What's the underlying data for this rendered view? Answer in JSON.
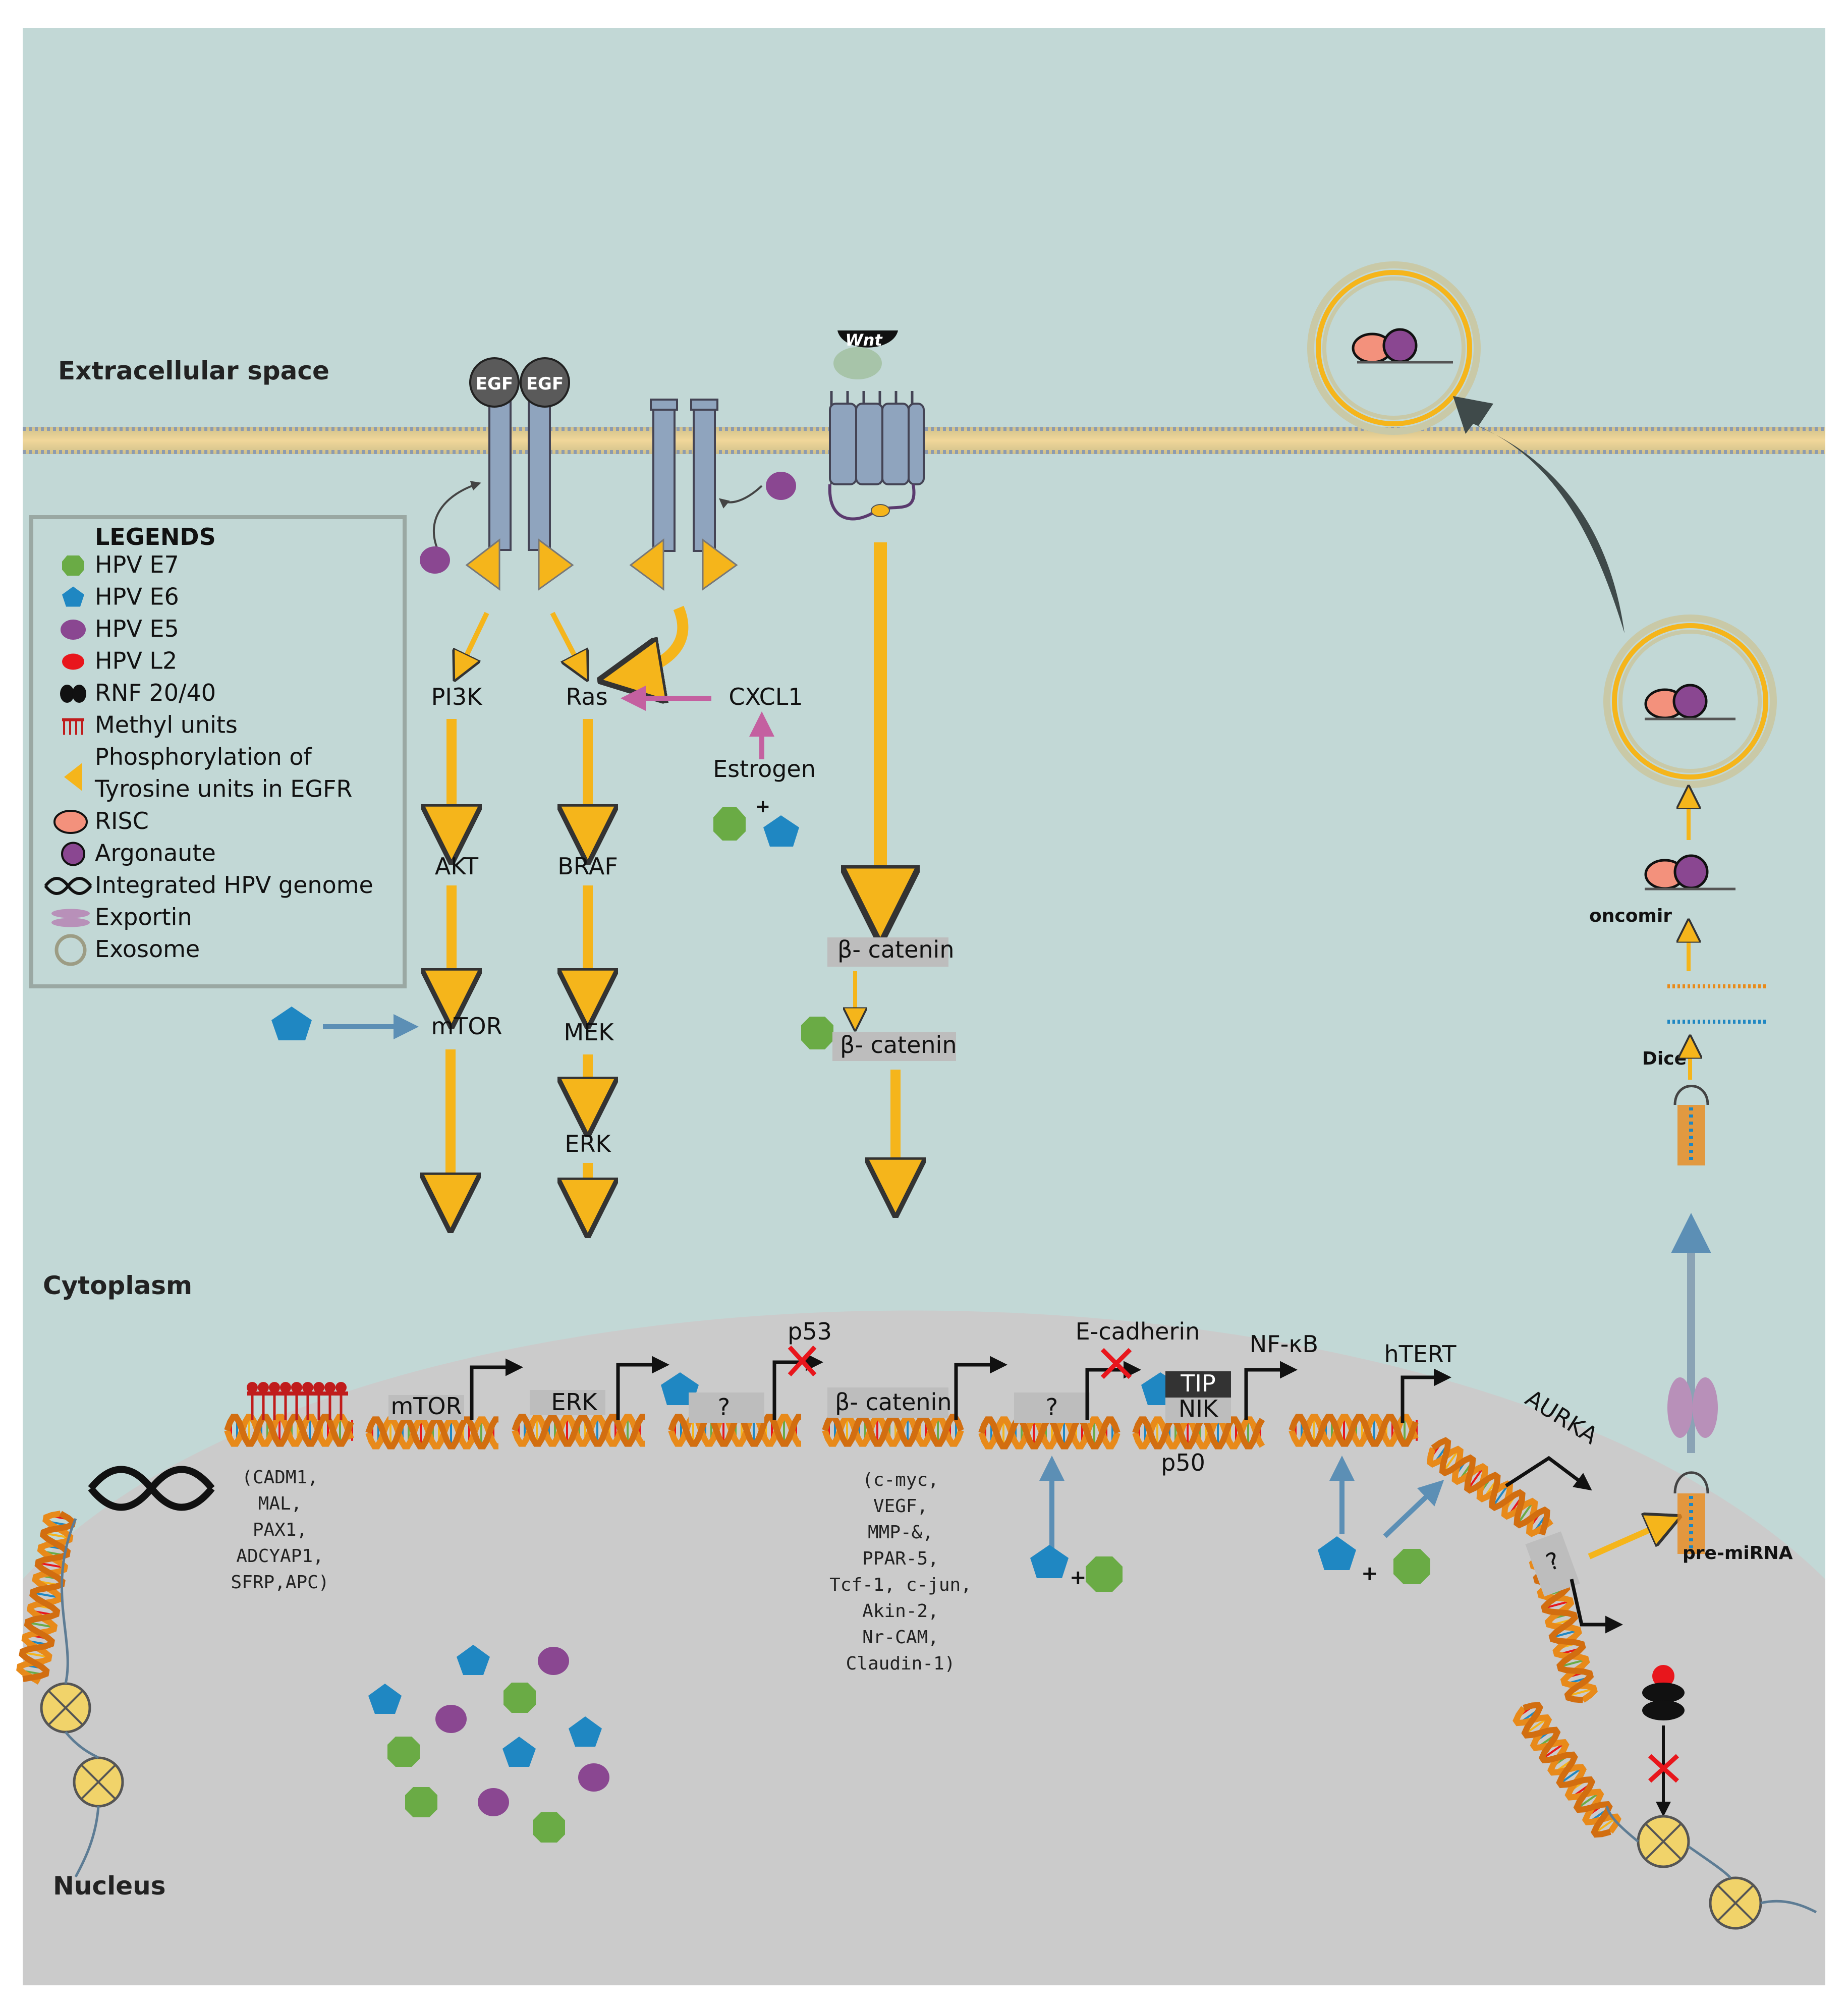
{
  "regions": {
    "extracellular": "Extracellular space",
    "cytoplasm": "Cytoplasm",
    "nucleus": "Nucleus"
  },
  "receptors": {
    "egf_left": "EGF",
    "egf_right": "EGF",
    "wnt": "Wnt"
  },
  "pathway": {
    "pi3k": "PI3K",
    "akt": "AKT",
    "mtor": "mTOR",
    "ras": "Ras",
    "braf": "BRAF",
    "mek": "MEK",
    "erk": "ERK",
    "cxcl1": "CXCL1",
    "estrogen": "Estrogen",
    "plus": "+",
    "beta_catenin_1": "β- catenin",
    "beta_catenin_2": "β- catenin"
  },
  "legend": {
    "title": "LEGENDS",
    "items": [
      {
        "icon": "green-octagon",
        "label": "HPV E7"
      },
      {
        "icon": "blue-pentagon",
        "label": "HPV E6"
      },
      {
        "icon": "purple-ellipse",
        "label": "HPV E5"
      },
      {
        "icon": "red-ellipse",
        "label": "HPV L2"
      },
      {
        "icon": "black-dimer",
        "label": "RNF 20/40"
      },
      {
        "icon": "methyl-comb",
        "label": "Methyl units"
      },
      {
        "icon": "orange-triangle",
        "label": "Phosphorylation of"
      },
      {
        "icon": "none",
        "label": "Tyrosine units in EGFR"
      },
      {
        "icon": "pink-ellipse",
        "label": "RISC"
      },
      {
        "icon": "purple-circle",
        "label": "Argonaute"
      },
      {
        "icon": "black-helix",
        "label": "Integrated HPV genome"
      },
      {
        "icon": "exportin",
        "label": "Exportin"
      },
      {
        "icon": "ring",
        "label": "Exosome"
      }
    ]
  },
  "mirna": {
    "oncomir": "oncomir",
    "dicer": "Dicer",
    "pre_mirna": "pre-miRNA"
  },
  "nucleus": {
    "methylated_genes": [
      "(CADM1,",
      "MAL,",
      "PAX1,",
      "ADCYAP1,",
      "SFRP,APC)"
    ],
    "box_mtor": "mTOR",
    "box_erk": "ERK",
    "box_q1": "?",
    "p53": "p53",
    "box_beta_catenin": "β- catenin",
    "target_genes": [
      "(c-myc,",
      "VEGF,",
      "MMP-&,",
      "PPAR-5,",
      "Tcf-1, c-jun,",
      "Akin-2,",
      "Nr-CAM,",
      "Claudin-1)"
    ],
    "box_q2": "?",
    "e_cadherin": "E-cadherin",
    "tip": "TIP",
    "nik": "NIK",
    "nfkb": "NF-κB",
    "p50": "p50",
    "htert": "hTERT",
    "aurka": "AURKA",
    "box_q3": "?",
    "plus": "+"
  },
  "colors": {
    "cytoplasm_bg": "#c2d8d6",
    "nucleus_bg": "#cbcbcb",
    "arrow_orange": "#f5b51b",
    "receptor_blue": "#8fa4be",
    "hpv_e7": "#6aab45",
    "hpv_e6": "#1f87c2",
    "hpv_e5": "#8a4791",
    "hpv_l2": "#e8161c",
    "pink": "#c460a0",
    "dna_orange": "#e88a1a"
  }
}
